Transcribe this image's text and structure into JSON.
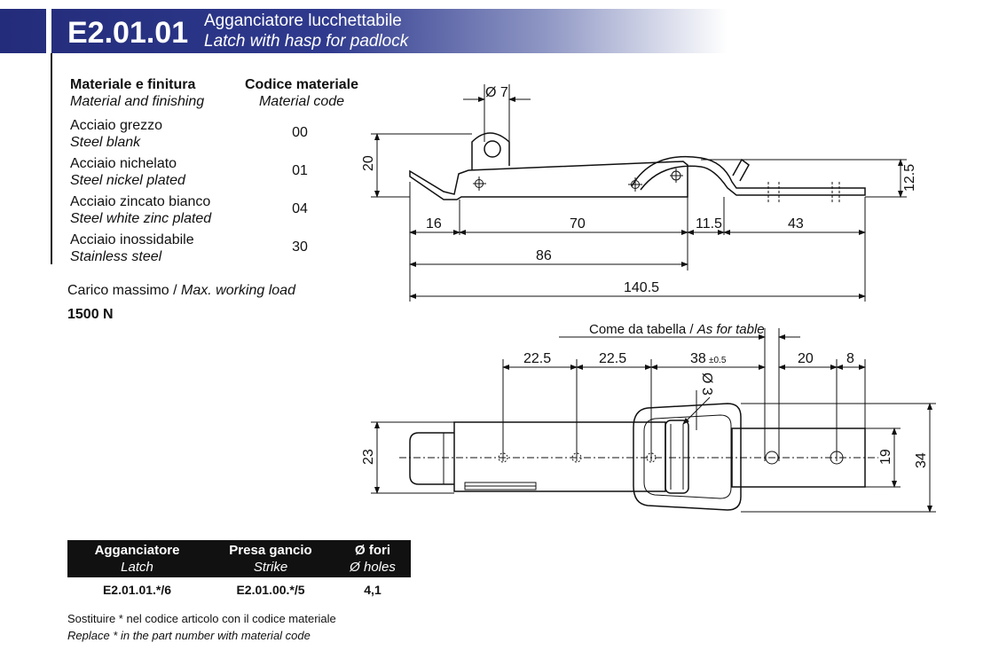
{
  "header": {
    "code": "E2.01.01",
    "title_it": "Agganciatore lucchettabile",
    "title_en": "Latch with hasp for padlock"
  },
  "materials": {
    "col_material_it": "Materiale e finitura",
    "col_material_en": "Material and finishing",
    "col_code_it": "Codice materiale",
    "col_code_en": "Material code",
    "rows": [
      {
        "it": "Acciaio grezzo",
        "en": "Steel blank",
        "code": "00"
      },
      {
        "it": "Acciaio nichelato",
        "en": "Steel nickel plated",
        "code": "01"
      },
      {
        "it": "Acciaio zincato bianco",
        "en": "Steel white zinc plated",
        "code": "04"
      },
      {
        "it": "Acciaio inossidabile",
        "en": "Stainless steel",
        "code": "30"
      }
    ]
  },
  "load": {
    "label_it": "Carico massimo / ",
    "label_en": "Max. working load",
    "value": "1500 N"
  },
  "drawing": {
    "side": {
      "d_pin": "Ø 7",
      "h20": "20",
      "h12_5": "12.5",
      "d16": "16",
      "d70": "70",
      "d11_5": "11.5",
      "d43": "43",
      "d86": "86",
      "d140_5": "140.5"
    },
    "top": {
      "as_for_table_it": "Come da tabella / ",
      "as_for_table_en": "As for table",
      "d22_5a": "22.5",
      "d22_5b": "22.5",
      "d38": "38",
      "d38_tol": "±0.5",
      "d20": "20",
      "d8": "8",
      "d_hole": "Ø 3",
      "h23": "23",
      "h19": "19",
      "h34": "34"
    }
  },
  "parts_table": {
    "headers": [
      {
        "it": "Agganciatore",
        "en": "Latch"
      },
      {
        "it": "Presa gancio",
        "en": "Strike"
      },
      {
        "it": "Ø fori",
        "en": "Ø holes"
      }
    ],
    "row": [
      "E2.01.01.*/6",
      "E2.01.00.*/5",
      "4,1"
    ]
  },
  "notes": {
    "it": "Sostituire * nel codice articolo con il codice materiale",
    "en": "Replace * in the part number with material code"
  }
}
